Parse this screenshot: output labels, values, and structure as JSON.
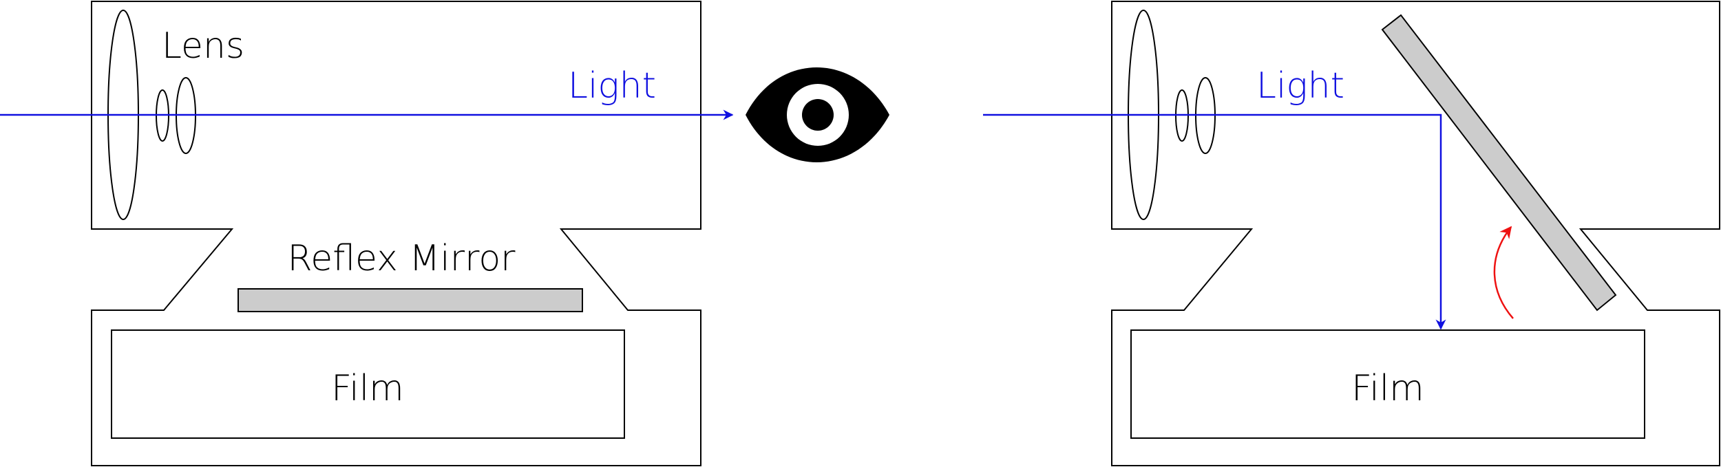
{
  "left_panel": {
    "lens_label": "Lens",
    "light_label": "Light",
    "mirror_label": "Reflex Mirror",
    "film_label": "Film"
  },
  "right_panel": {
    "light_label": "Light",
    "film_label": "Film"
  },
  "colors": {
    "light": "#1010e0",
    "mirror_fill": "#cccccc",
    "motion_arrow": "#ee1111",
    "outline": "#000000",
    "background": "#ffffff"
  },
  "icons": [
    "eye-icon",
    "up-arrow-icon"
  ]
}
